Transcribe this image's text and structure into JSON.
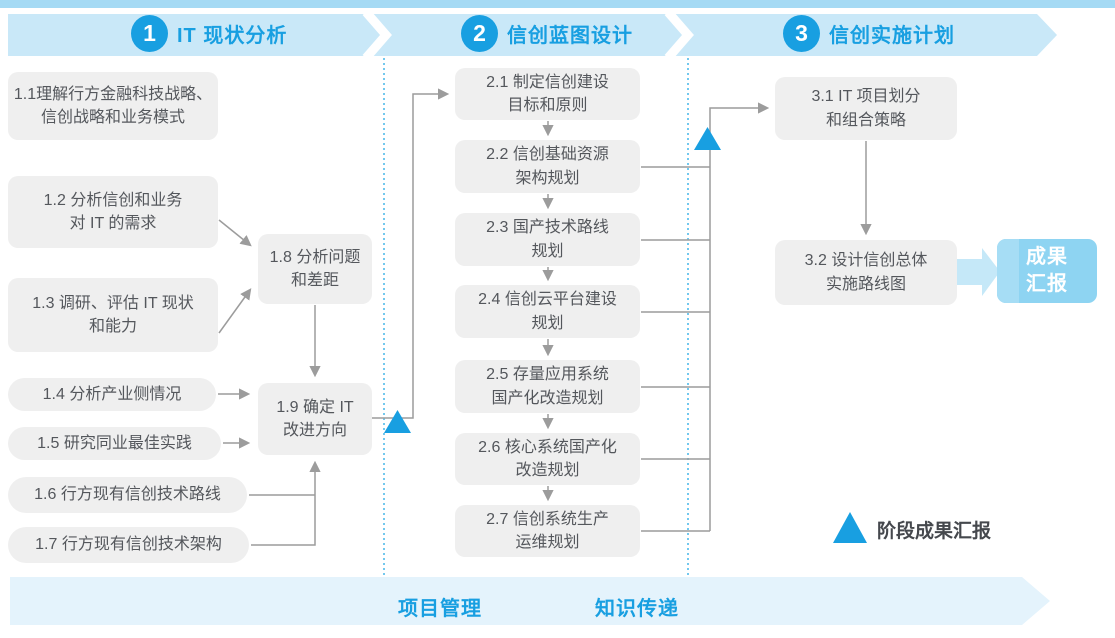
{
  "palette": {
    "accent_blue": "#189FE1",
    "band_blue": "#C9E8F8",
    "top_strip_blue": "#A5DAF4",
    "bottom_band_blue": "#E4F3FC",
    "box_gray": "#EFEFEF",
    "box_text_gray": "#54575C",
    "connector_gray": "#9C9C9C",
    "result_box_blue": "#8ED4F2",
    "big_arrow_blue": "#C5E8F8",
    "divider_dotted_blue": "#45B5E8"
  },
  "phases": [
    {
      "number": "1",
      "title": "IT 现状分析"
    },
    {
      "number": "2",
      "title": "信创蓝图设计"
    },
    {
      "number": "3",
      "title": "信创实施计划"
    }
  ],
  "boxes": {
    "b11": "1.1理解行方金融科技战略、\n信创战略和业务模式",
    "b12": "1.2 分析信创和业务\n对 IT 的需求",
    "b13": "1.3 调研、评估 IT 现状\n和能力",
    "b14": "1.4 分析产业侧情况",
    "b15": "1.5 研究同业最佳实践",
    "b16": "1.6 行方现有信创技术路线",
    "b17": "1.7 行方现有信创技术架构",
    "b18": "1.8 分析问题\n和差距",
    "b19": "1.9 确定 IT\n改进方向",
    "b21": "2.1 制定信创建设\n目标和原则",
    "b22": "2.2 信创基础资源\n架构规划",
    "b23": "2.3 国产技术路线\n规划",
    "b24": "2.4 信创云平台建设\n规划",
    "b25": "2.5 存量应用系统\n国产化改造规划",
    "b26": "2.6 核心系统国产化\n改造规划",
    "b27": "2.7 信创系统生产\n运维规划",
    "b31": "3.1 IT 项目划分\n和组合策略",
    "b32": "3.2 设计信创总体\n实施路线图"
  },
  "result_box": {
    "label": "成果\n汇报"
  },
  "legend": {
    "label": "阶段成果汇报"
  },
  "footer": {
    "items": [
      {
        "label": "项目管理"
      },
      {
        "label": "知识传递"
      }
    ]
  }
}
